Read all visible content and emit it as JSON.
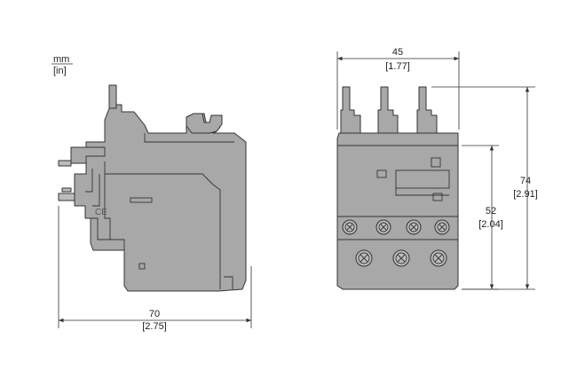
{
  "units": {
    "primary": "mm",
    "secondary": "[in]"
  },
  "dimensions": {
    "depth": {
      "mm": "70",
      "in": "[2.75]"
    },
    "width": {
      "mm": "45",
      "in": "[1.77]"
    },
    "body_height": {
      "mm": "52",
      "in": "[2.04]"
    },
    "total_height": {
      "mm": "74",
      "in": "[2.91]"
    }
  },
  "markings": {
    "ce": "CE"
  },
  "colors": {
    "body_fill": "#a8a8a8",
    "outline": "#333333",
    "terminal_fill": "#bdbdbd",
    "dimension_line": "#333333",
    "text": "#222222"
  }
}
